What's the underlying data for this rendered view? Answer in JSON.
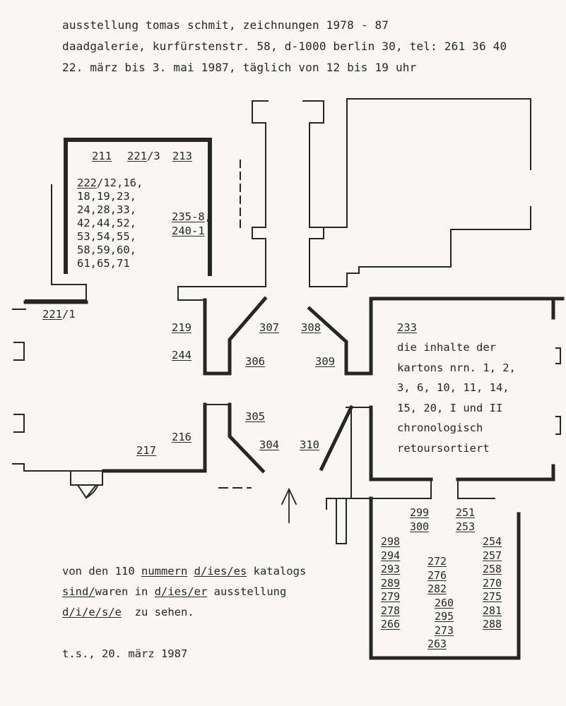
{
  "header": {
    "line1": "ausstellung tomas schmit, zeichnungen 1978 - 87",
    "line2": "daadgalerie, kurfürstenstr. 58, d-1000 berlin 30, tel: 261 36 40",
    "line3": "22. märz bis 3. mai 1987, täglich von 12 bis 19 uhr"
  },
  "rooms": {
    "nw": {
      "a": "211",
      "b": "221",
      "b_suffix": "/3",
      "c": "213",
      "list_head": "222",
      "list_lines": [
        "/12,16,",
        "18,19,23,",
        "24,28,33,",
        "42,44,52,",
        "53,54,55,",
        "58,59,60,",
        "61,65,71"
      ],
      "right_1": "235-8",
      "right_1_suffix": ",",
      "right_2": "240-1"
    },
    "w": {
      "door": "221",
      "door_suffix": "/1",
      "a": "219",
      "b": "244",
      "c": "216",
      "d": "217"
    },
    "center": {
      "n1": "307",
      "n2": "306",
      "n3": "308",
      "n4": "309",
      "s1": "305",
      "s2": "304",
      "s3": "310"
    },
    "east": {
      "head": "233",
      "lines": [
        "die inhalte der",
        "kartons nrn. 1, 2,",
        "3, 6, 10, 11, 14,",
        "15, 20, I und II",
        "chronologisch",
        "retoursortiert"
      ]
    },
    "south": {
      "top_left": [
        "299",
        "300"
      ],
      "top_right": [
        "251",
        "253"
      ],
      "left_col": [
        "298",
        "294",
        "293",
        "289",
        "279",
        "278",
        "266"
      ],
      "mid_col": [
        "272",
        "276",
        "282",
        "260",
        "295",
        "273",
        "263"
      ],
      "right_col": [
        "254",
        "257",
        "258",
        "270",
        "275",
        "281",
        "288"
      ]
    }
  },
  "note": {
    "l1_pre": "von den 110 ",
    "l1_u1": "nummern",
    "l1_mid": " ",
    "l1_u2": "d/ies/es",
    "l1_post": " katalogs",
    "l2_u1": "sind/",
    "l2_mid": "waren in ",
    "l2_u2": "d/ies/er",
    "l2_post": " ausstellung",
    "l3_u": "d/i/e/s/e",
    "l3_post": "  zu sehen."
  },
  "signature": "t.s., 20. märz 1987"
}
